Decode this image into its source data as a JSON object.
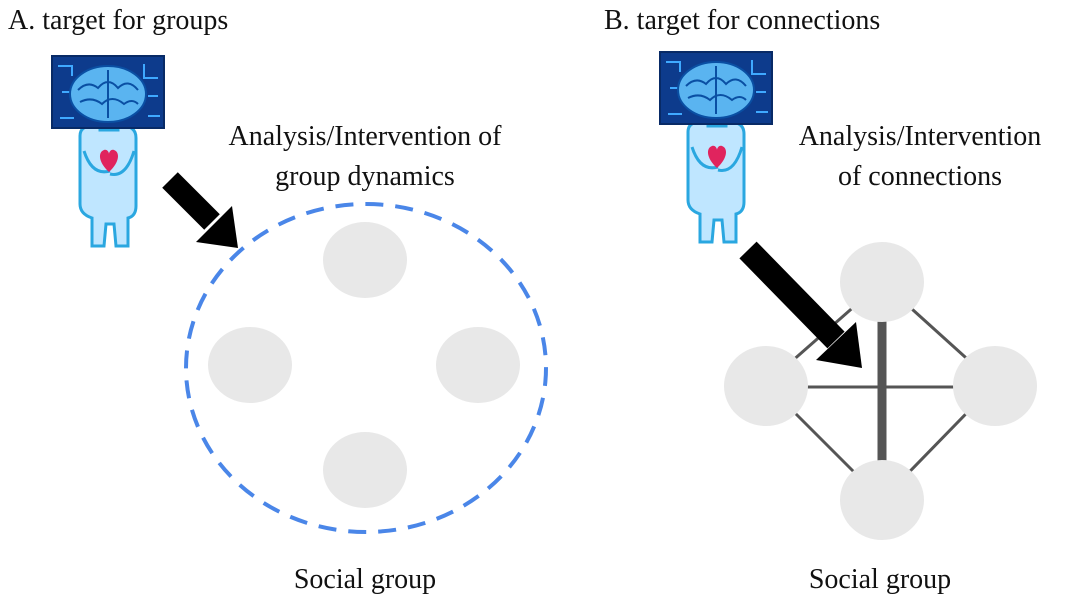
{
  "panels": [
    {
      "title": "A.  target for groups",
      "caption_line1": "Analysis/Intervention of",
      "caption_line2": "group dynamics",
      "footer": "Social group"
    },
    {
      "title": "B. target for connections",
      "caption_line1": "Analysis/Intervention",
      "caption_line2": "of connections",
      "footer": "Social group"
    }
  ],
  "colors": {
    "node_fill": "#e8e8e8",
    "dashed_circle": "#4a86e8",
    "arrow": "#000000",
    "edge": "#555555",
    "brain": "#1e6fd9",
    "body": "#bfe6ff",
    "heart": "#e0245e"
  },
  "icons": [
    "ai-robot-icon",
    "ai-robot-icon"
  ]
}
